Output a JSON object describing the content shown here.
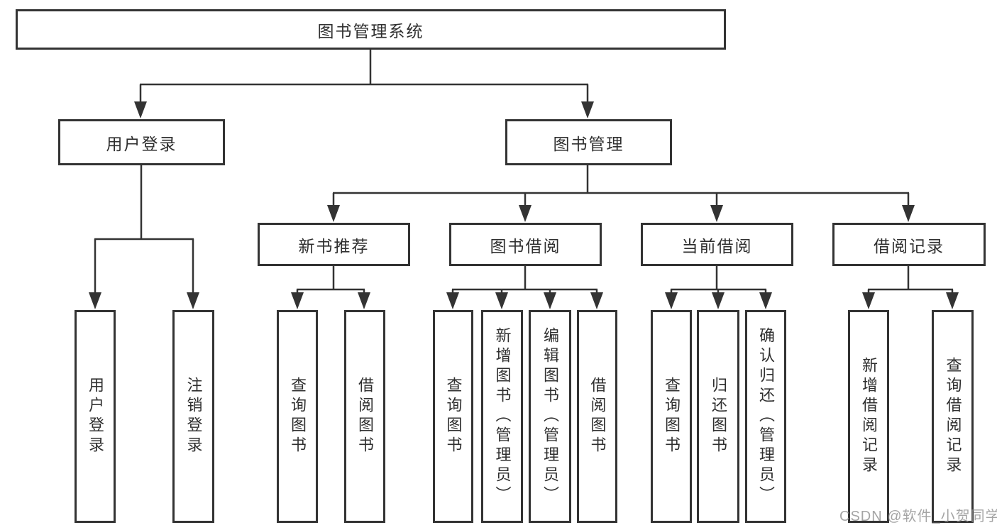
{
  "diagram": {
    "title": "图书管理系统",
    "watermark": "CSDN @软件_小贺同学",
    "colors": {
      "line": "#333333",
      "box_border": "#333333",
      "box_fill": "#ffffff",
      "text": "#2f2f2f",
      "watermark": "rgba(140,140,140,0.78)",
      "background": "#ffffff"
    },
    "nodes": {
      "root": {
        "label": "图书管理系统"
      },
      "user_login": {
        "label": "用户登录"
      },
      "book_mgmt": {
        "label": "图书管理"
      },
      "new_book_rec": {
        "label": "新书推荐"
      },
      "book_borrow": {
        "label": "图书借阅"
      },
      "current_borrow": {
        "label": "当前借阅"
      },
      "borrow_record": {
        "label": "借阅记录"
      },
      "login": {
        "label": "用户登录"
      },
      "logout": {
        "label": "注销登录"
      },
      "query_book_rec": {
        "label": "查询图书"
      },
      "borrow_book_rec": {
        "label": "借阅图书"
      },
      "query_book_borrow": {
        "label": "查询图书"
      },
      "add_book": {
        "label": "新增图书（管理员）"
      },
      "edit_book": {
        "label": "编辑图书（管理员）"
      },
      "borrow_book": {
        "label": "借阅图书"
      },
      "query_book_current": {
        "label": "查询图书"
      },
      "return_book": {
        "label": "归还图书"
      },
      "confirm_return": {
        "label": "确认归还（管理员）"
      },
      "add_borrow_record": {
        "label": "新增借阅记录"
      },
      "query_borrow_record": {
        "label": "查询借阅记录"
      }
    },
    "structure": {
      "root": "图书管理系统",
      "children": [
        {
          "label": "用户登录",
          "children": [
            "用户登录",
            "注销登录"
          ]
        },
        {
          "label": "图书管理",
          "children": [
            {
              "label": "新书推荐",
              "children": [
                "查询图书",
                "借阅图书"
              ]
            },
            {
              "label": "图书借阅",
              "children": [
                "查询图书",
                "新增图书（管理员）",
                "编辑图书（管理员）",
                "借阅图书"
              ]
            },
            {
              "label": "当前借阅",
              "children": [
                "查询图书",
                "归还图书",
                "确认归还（管理员）"
              ]
            },
            {
              "label": "借阅记录",
              "children": [
                "新增借阅记录",
                "查询借阅记录"
              ]
            }
          ]
        }
      ]
    }
  }
}
